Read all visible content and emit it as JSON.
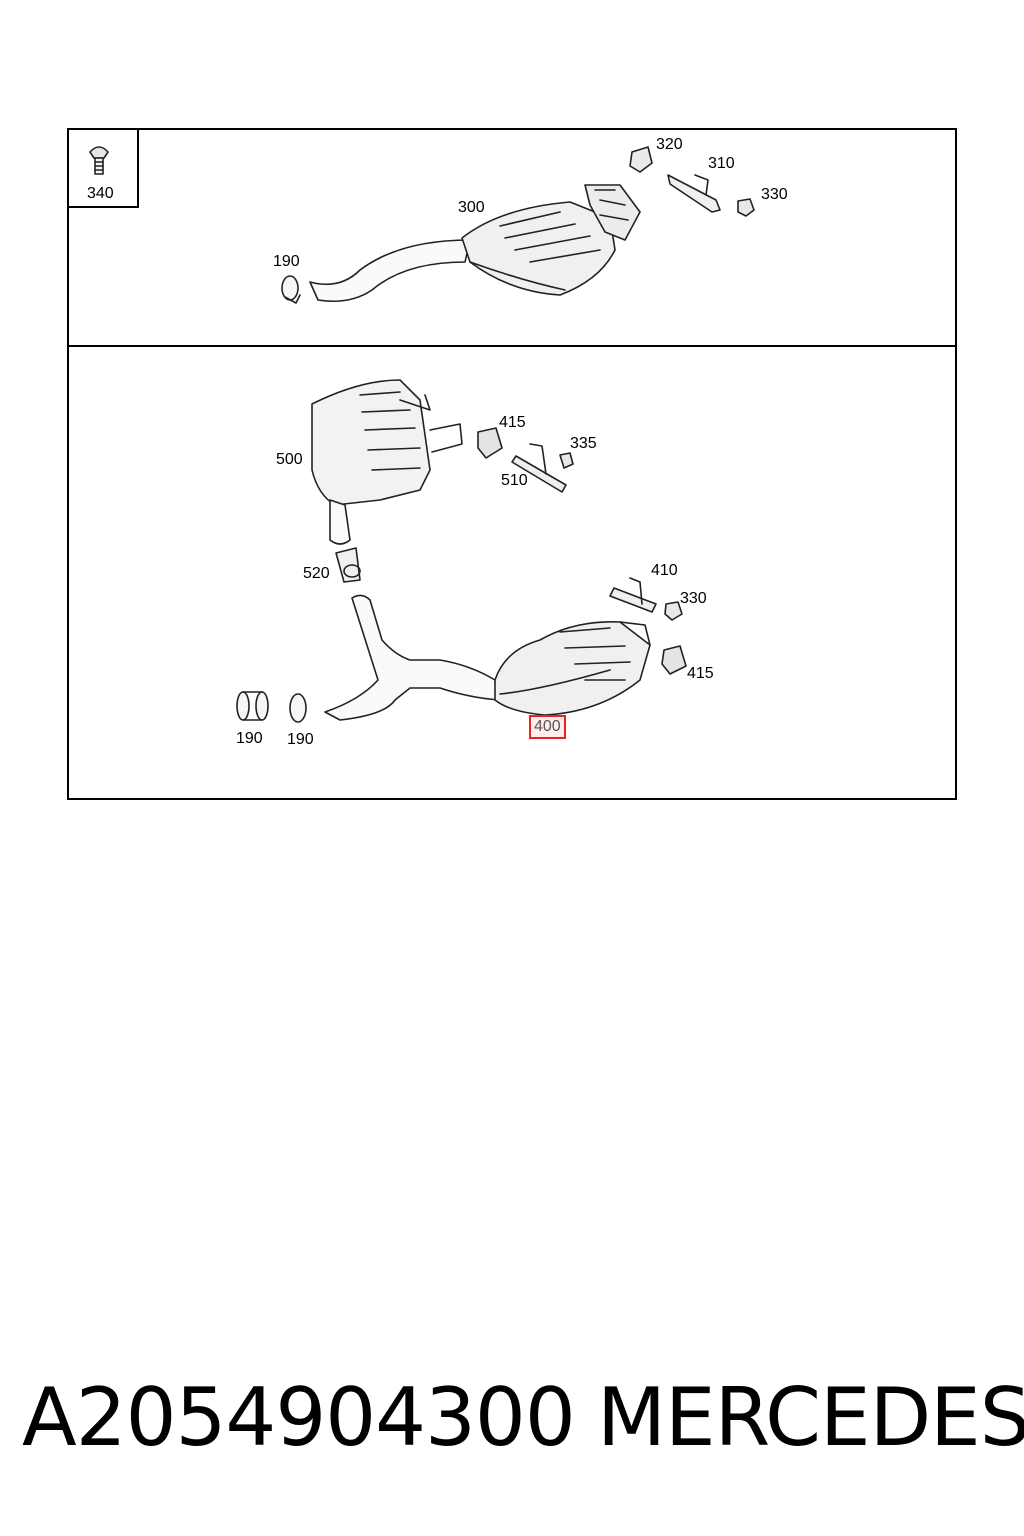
{
  "diagram": {
    "callouts": {
      "c340": "340",
      "c320": "320",
      "c310": "310",
      "c330_top": "330",
      "c300": "300",
      "c190_top": "190",
      "c415_a": "415",
      "c335": "335",
      "c510": "510",
      "c500": "500",
      "c520": "520",
      "c410": "410",
      "c330_bottom": "330",
      "c415_b": "415",
      "c400": "400",
      "c190_b1": "190",
      "c190_b2": "190"
    },
    "highlighted_part": "400",
    "highlight_color": "#e8241f"
  },
  "footer": {
    "part_number": "A2054904300",
    "brand": "MERCEDES"
  }
}
